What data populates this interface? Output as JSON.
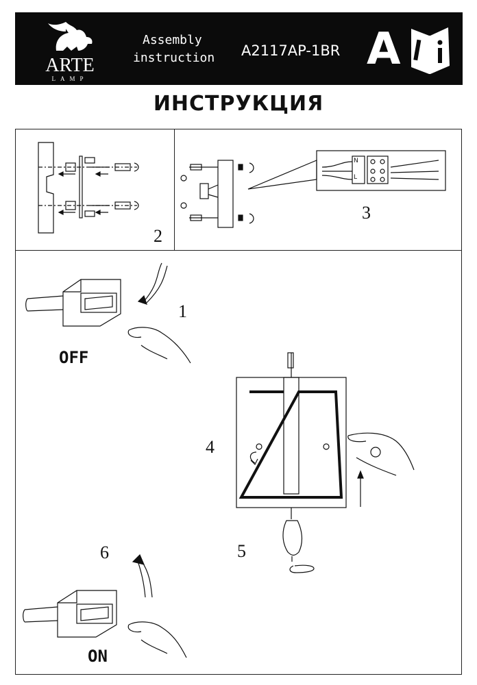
{
  "header": {
    "brand": "ARTE",
    "brand_sub": "LAMP",
    "doc_type_line1": "Assembly",
    "doc_type_line2": "instruction",
    "model": "A2117AP-1BR",
    "letter": "A"
  },
  "title": "ИНСТРУКЦИЯ",
  "steps": {
    "s1": "1",
    "s2": "2",
    "s3": "3",
    "s4": "4",
    "s5": "5",
    "s6": "6"
  },
  "switch": {
    "off": "OFF",
    "on": "ON"
  },
  "terminal": {
    "l": "L",
    "n": "N"
  },
  "colors": {
    "header_bg": "#0b0b0b",
    "line": "#222222"
  },
  "icons": [
    "lion-logo-icon",
    "manual-book-icon",
    "screwdriver-icon",
    "info-icon",
    "bulb-icon",
    "rotate-arrow-icon",
    "hand-icon"
  ]
}
